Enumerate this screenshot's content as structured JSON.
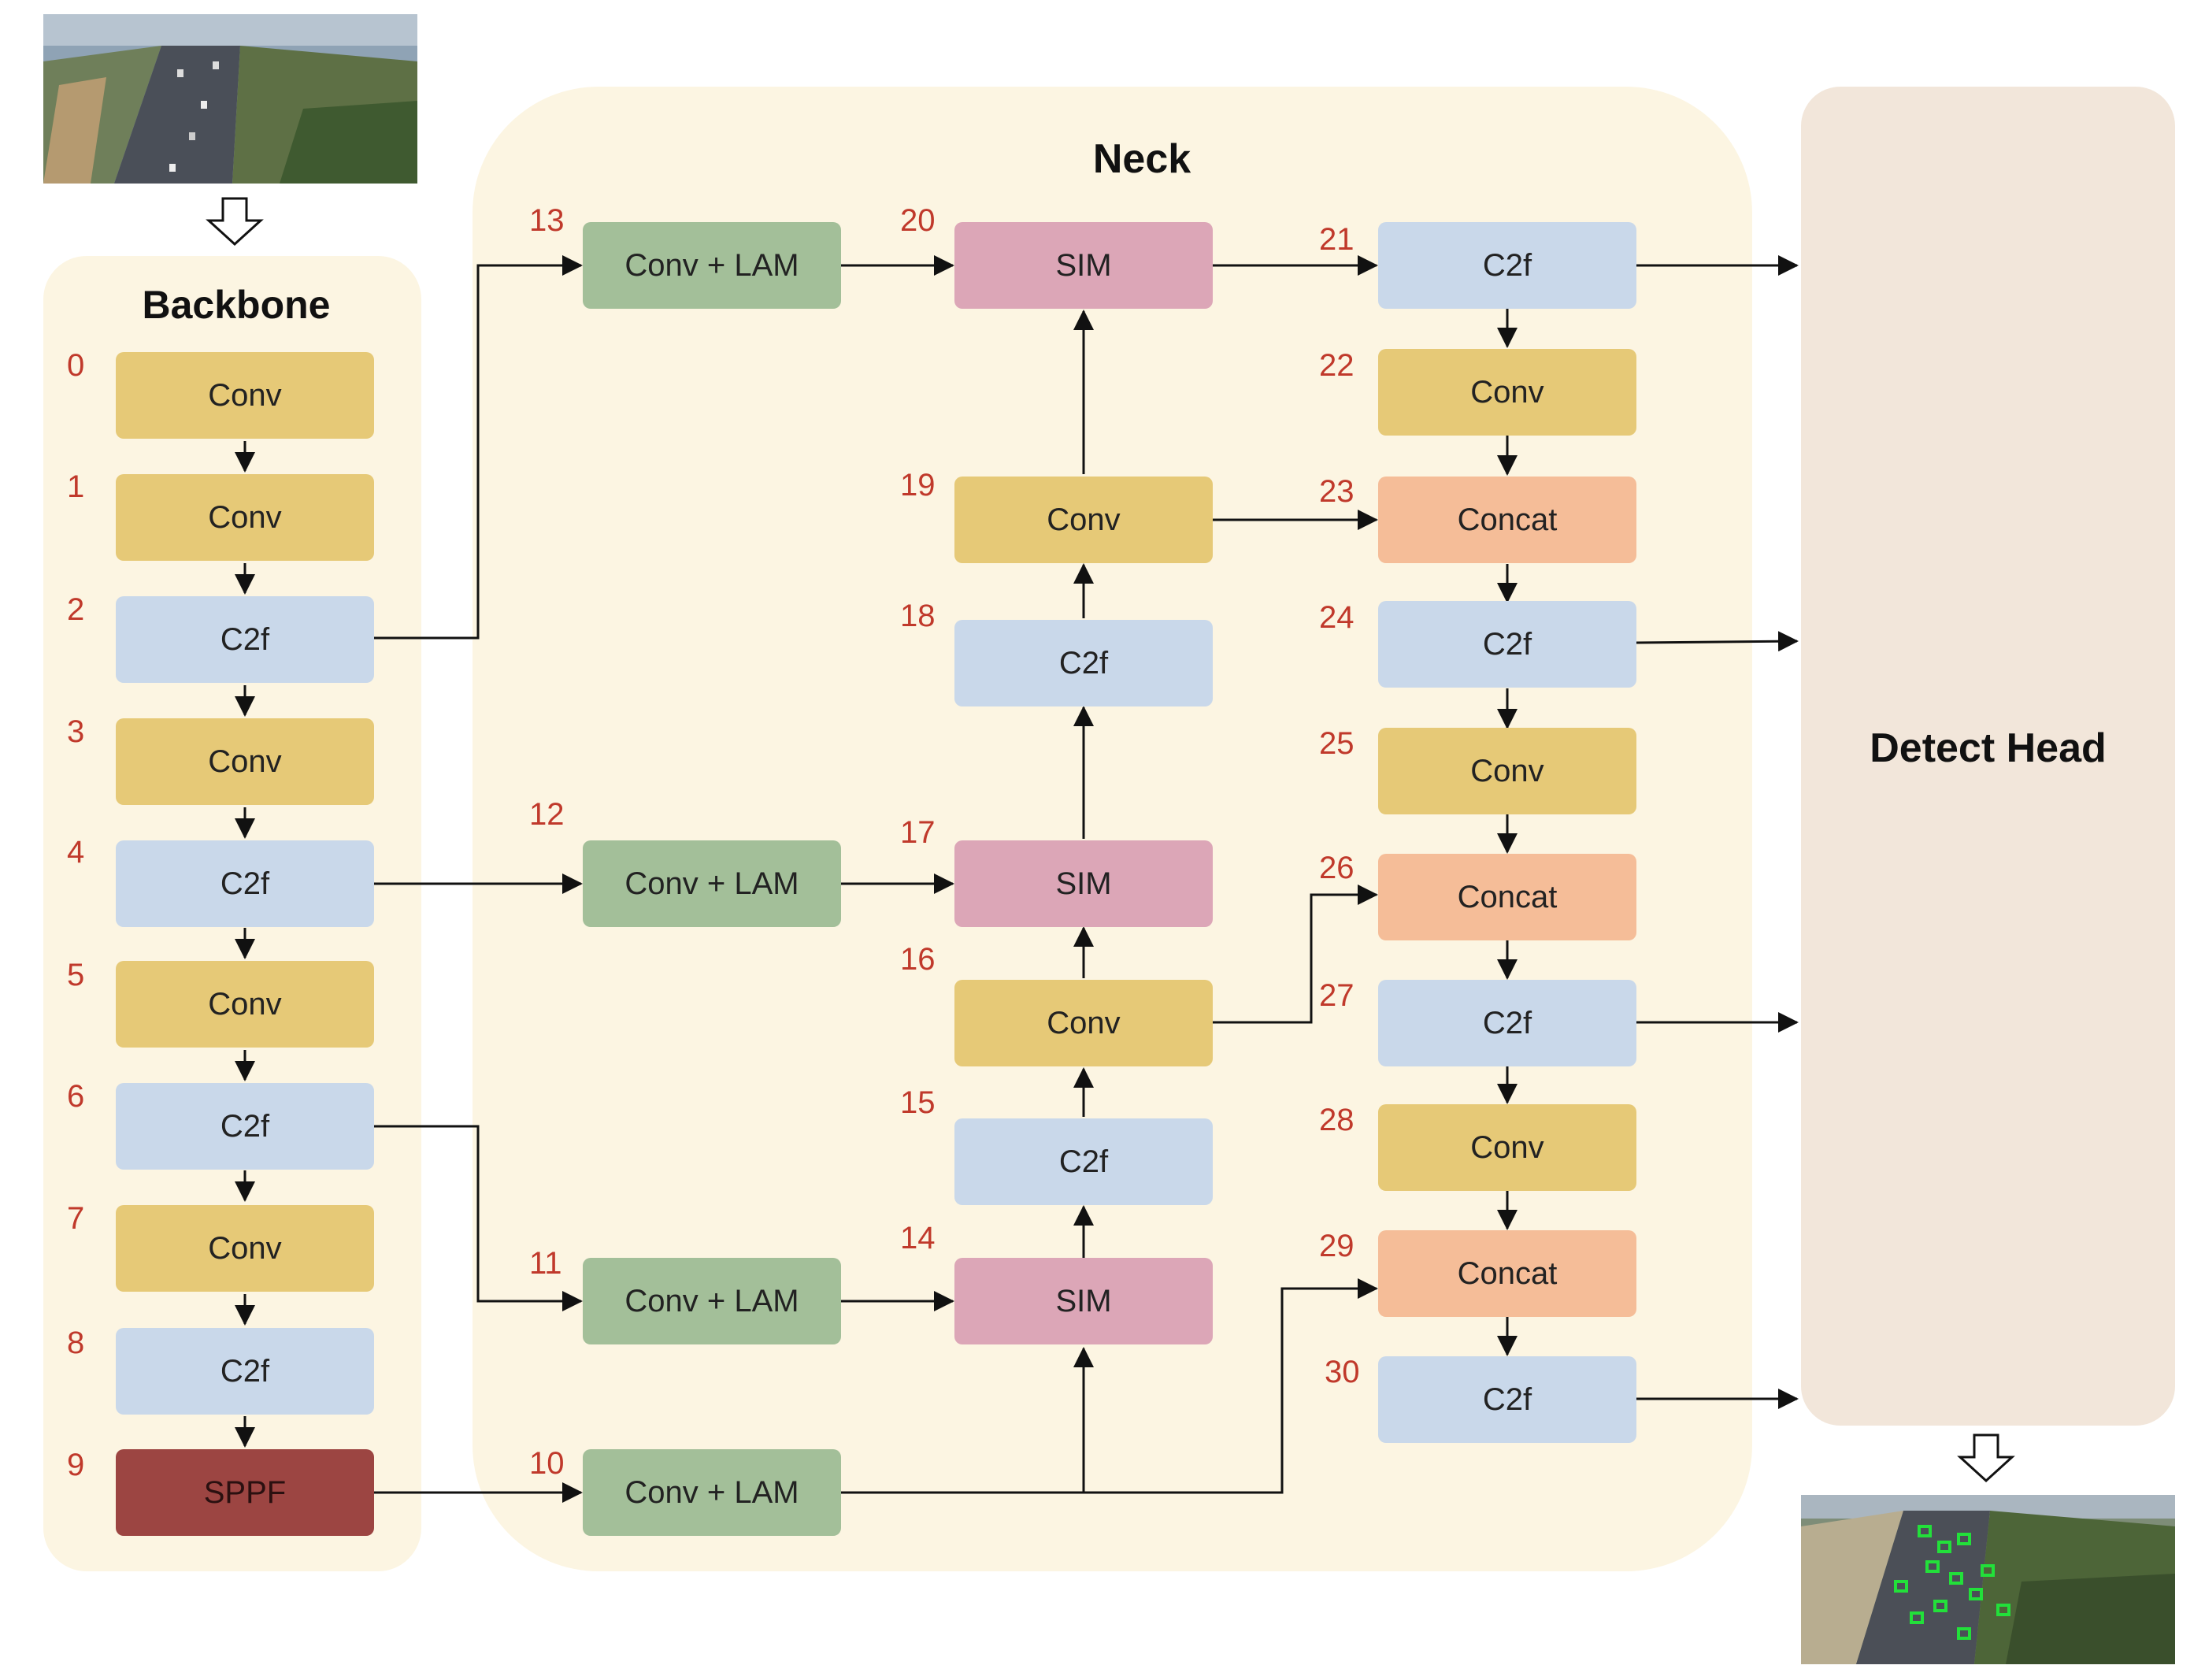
{
  "backbone": {
    "title": "Backbone",
    "blocks": [
      {
        "index": "0",
        "label": "Conv"
      },
      {
        "index": "1",
        "label": "Conv"
      },
      {
        "index": "2",
        "label": "C2f"
      },
      {
        "index": "3",
        "label": "Conv"
      },
      {
        "index": "4",
        "label": "C2f"
      },
      {
        "index": "5",
        "label": "Conv"
      },
      {
        "index": "6",
        "label": "C2f"
      },
      {
        "index": "7",
        "label": "Conv"
      },
      {
        "index": "8",
        "label": "C2f"
      },
      {
        "index": "9",
        "label": "SPPF"
      }
    ]
  },
  "neck": {
    "title": "Neck",
    "blocks": {
      "b10": {
        "index": "10",
        "label": "Conv + LAM"
      },
      "b11": {
        "index": "11",
        "label": "Conv + LAM"
      },
      "b12": {
        "index": "12",
        "label": "Conv + LAM"
      },
      "b13": {
        "index": "13",
        "label": "Conv + LAM"
      },
      "b14": {
        "index": "14",
        "label": "SIM"
      },
      "b15": {
        "index": "15",
        "label": "C2f"
      },
      "b16": {
        "index": "16",
        "label": "Conv"
      },
      "b17": {
        "index": "17",
        "label": "SIM"
      },
      "b18": {
        "index": "18",
        "label": "C2f"
      },
      "b19": {
        "index": "19",
        "label": "Conv"
      },
      "b20": {
        "index": "20",
        "label": "SIM"
      },
      "b21": {
        "index": "21",
        "label": "C2f"
      },
      "b22": {
        "index": "22",
        "label": "Conv"
      },
      "b23": {
        "index": "23",
        "label": "Concat"
      },
      "b24": {
        "index": "24",
        "label": "C2f"
      },
      "b25": {
        "index": "25",
        "label": "Conv"
      },
      "b26": {
        "index": "26",
        "label": "Concat"
      },
      "b27": {
        "index": "27",
        "label": "C2f"
      },
      "b28": {
        "index": "28",
        "label": "Conv"
      },
      "b29": {
        "index": "29",
        "label": "Concat"
      },
      "b30": {
        "index": "30",
        "label": "C2f"
      }
    }
  },
  "head": {
    "title": "Detect Head"
  },
  "colors": {
    "conv": "#e6c977",
    "c2f": "#c9d8ea",
    "sim": "#dca6b7",
    "conv_lam": "#a3bf99",
    "concat": "#f5bd98",
    "sppf": "#9c4542",
    "index_text": "#c0392b",
    "panel": "#fcf5e2",
    "head_panel": "#f2e6da"
  },
  "images": {
    "input": "aerial-road-photo",
    "output": "aerial-road-detections-photo"
  }
}
